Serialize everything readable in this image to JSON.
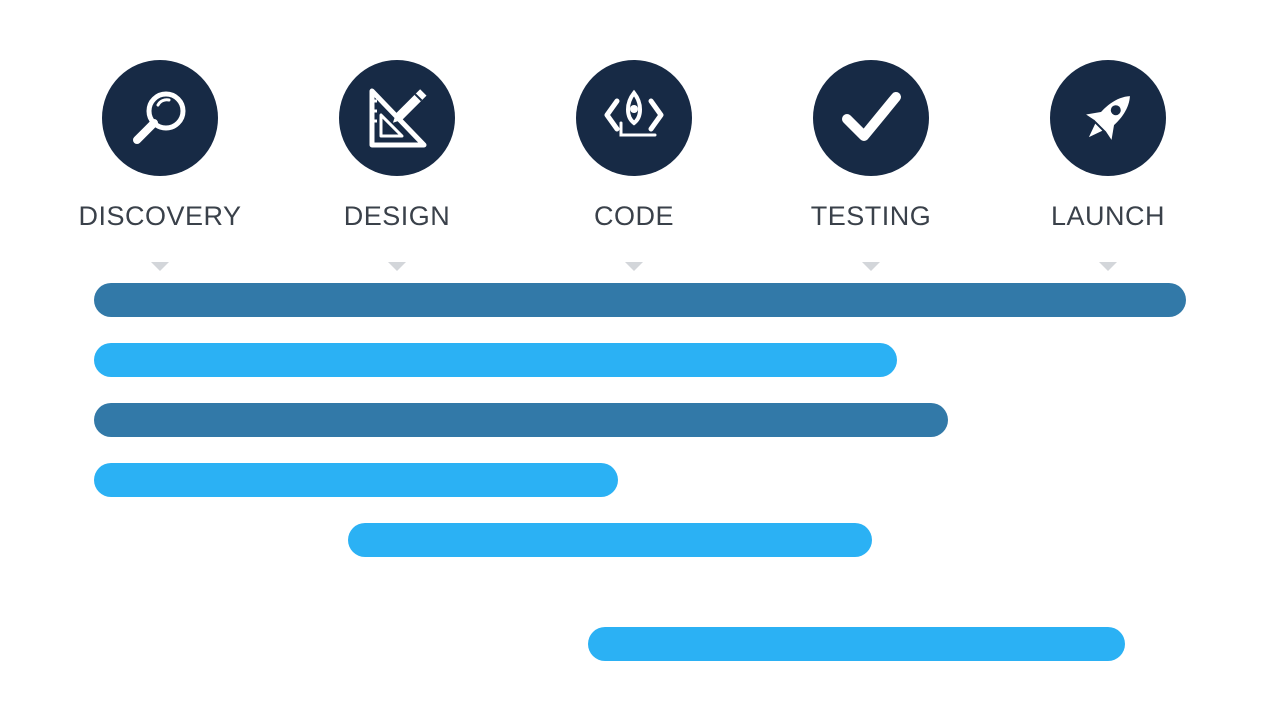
{
  "colors": {
    "icon_circle": "#172a45",
    "icon_glyph": "#ffffff",
    "label_text": "#3a414a",
    "marker": "#d3d6da",
    "bar_dark": "#3279a8",
    "bar_light": "#2bb1f4"
  },
  "phases": [
    {
      "label": "DISCOVERY",
      "icon": "magnifying-glass-icon"
    },
    {
      "label": "DESIGN",
      "icon": "ruler-triangle-pencil-icon"
    },
    {
      "label": "CODE",
      "icon": "code-brackets-icon"
    },
    {
      "label": "TESTING",
      "icon": "checkmark-icon"
    },
    {
      "label": "LAUNCH",
      "icon": "rocket-icon"
    }
  ],
  "bars": [
    {
      "start": 0.0,
      "end": 4.3,
      "shade": "dark"
    },
    {
      "start": 0.0,
      "end": 3.1,
      "shade": "light"
    },
    {
      "start": 0.0,
      "end": 3.3,
      "shade": "dark"
    },
    {
      "start": 0.0,
      "end": 2.0,
      "shade": "light"
    },
    {
      "start": 1.0,
      "end": 3.0,
      "shade": "light"
    },
    {
      "start": 1.95,
      "end": 4.0,
      "shade": "light"
    }
  ]
}
